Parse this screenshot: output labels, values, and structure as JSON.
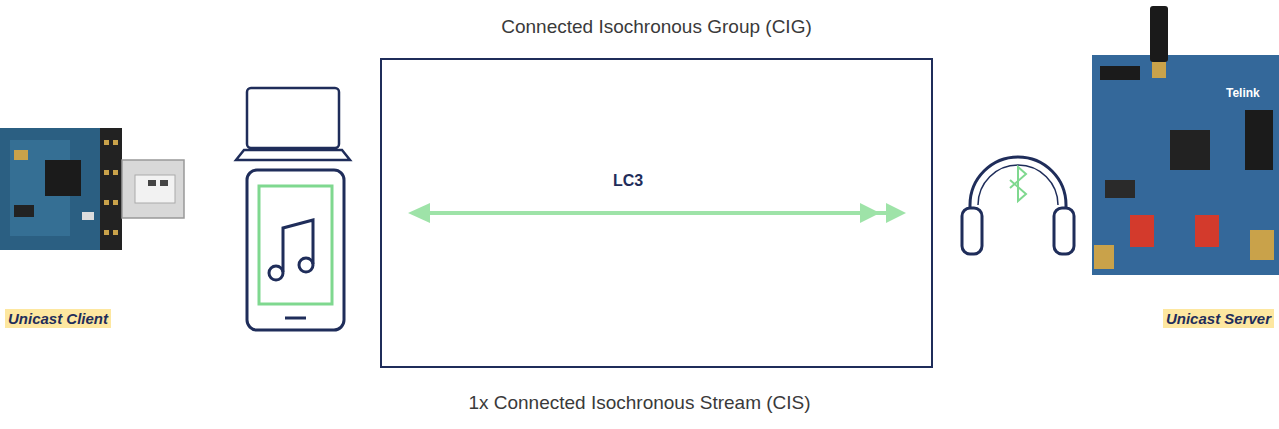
{
  "diagram": {
    "caption": "1x Connected Isochronous Stream (CIS)",
    "nodes": [
      {
        "text": [
          "Connected Isochronous Group (CIG)"
        ]
      }
    ],
    "labels": [
      "LC3",
      "Unicast Client",
      "Telink",
      "Unicast Server"
    ]
  }
}
